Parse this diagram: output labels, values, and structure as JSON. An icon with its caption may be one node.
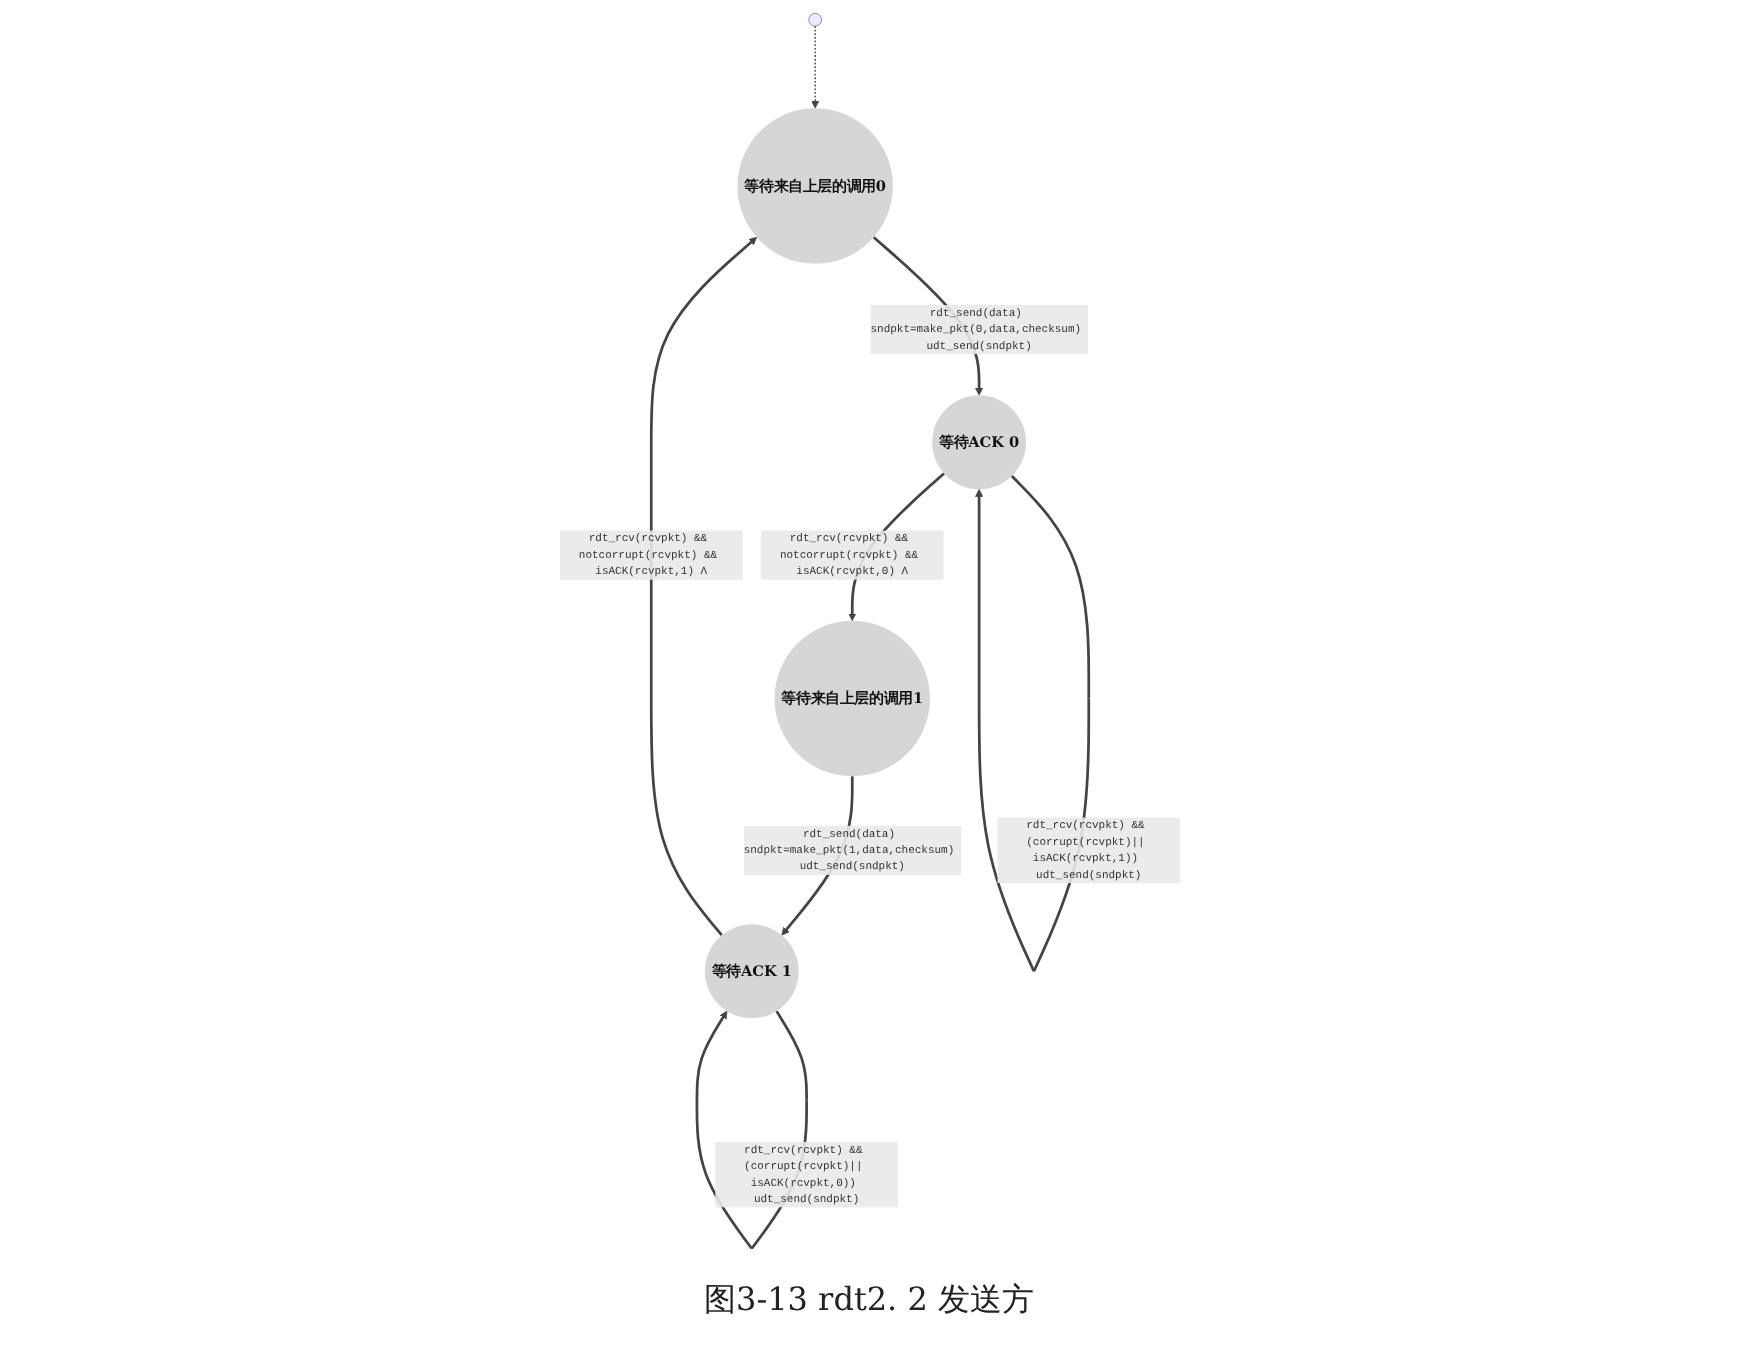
{
  "diagram": {
    "caption": "图3-13 rdt2. 2 发送方",
    "nodes": [
      {
        "text": [
          "等待来自上层的调用0"
        ]
      },
      {
        "text": [
          "等待ACK 0"
        ]
      },
      {
        "text": [
          "等待来自上层的调用1"
        ]
      },
      {
        "text": [
          "等待ACK 1"
        ]
      }
    ],
    "edges": [
      {
        "from": null,
        "to": 0,
        "arrow": "to",
        "style": "dashed"
      },
      {
        "from": 0,
        "to": 1,
        "arrow": "to",
        "label": "rdt_send(data) sndpkt=make_pkt(0,data,checksum) udt_send(sndpkt)"
      },
      {
        "from": 1,
        "to": 1,
        "arrow": "to",
        "label": "rdt_rcv(rcvpkt) && (corrupt(rcvpkt)|| isACK(rcvpkt,1)) udt_send(sndpkt)"
      },
      {
        "from": 1,
        "to": 2,
        "arrow": "to",
        "label": "rdt_rcv(rcvpkt) && notcorrupt(rcvpkt) && isACK(rcvpkt,0) Λ"
      },
      {
        "from": 2,
        "to": 3,
        "arrow": "to",
        "label": "rdt_send(data) sndpkt=make_pkt(1,data,checksum) udt_send(sndpkt)"
      },
      {
        "from": 3,
        "to": 3,
        "arrow": "to",
        "label": "rdt_rcv(rcvpkt) && (corrupt(rcvpkt)|| isACK(rcvpkt,0)) udt_send(sndpkt)"
      },
      {
        "from": 3,
        "to": 0,
        "arrow": "to",
        "label": "rdt_rcv(rcvpkt) && notcorrupt(rcvpkt) && isACK(rcvpkt,1) Λ"
      }
    ]
  }
}
